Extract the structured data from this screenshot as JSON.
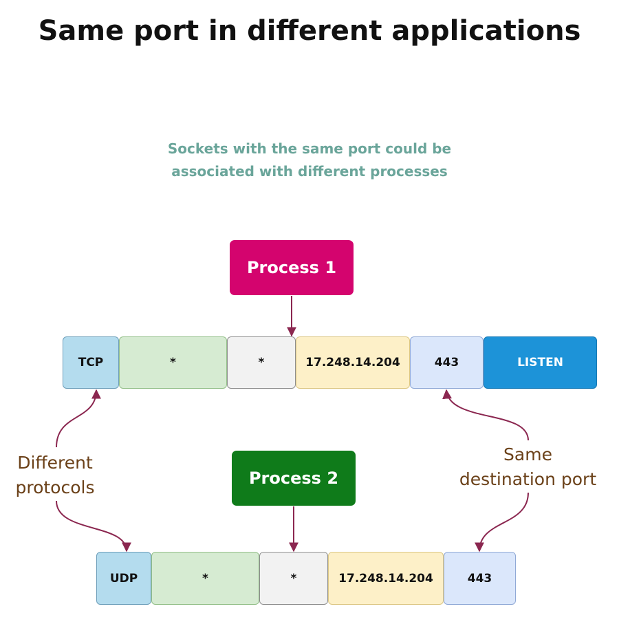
{
  "title": "Same port in different applications",
  "subtitle_lines": [
    "Sockets with the same port could be",
    "associated with different processes"
  ],
  "process1": {
    "label": "Process 1",
    "color": "#d4046e"
  },
  "process2": {
    "label": "Process 2",
    "color": "#0f7b1a"
  },
  "socket_tcp": {
    "protocol": "TCP",
    "local_address": "*",
    "local_port": "*",
    "remote_address": "17.248.14.204",
    "remote_port": "443",
    "state": "LISTEN"
  },
  "socket_udp": {
    "protocol": "UDP",
    "local_address": "*",
    "local_port": "*",
    "remote_address": "17.248.14.204",
    "remote_port": "443"
  },
  "annotations": {
    "protocols_lines": [
      "Different",
      "protocols"
    ],
    "port_lines": [
      "Same",
      "destination port"
    ]
  },
  "colors": {
    "protocol_cell": "#b4dcee",
    "address_cell": "#d6ebd2",
    "port_cell": "#f2f2f2",
    "remote_address_cell": "#fdf0c8",
    "remote_port_cell": "#dbe7fb",
    "state_cell": "#1d93d8",
    "subtitle": "#6aa59a",
    "annotation_text": "#6b4119",
    "arrow": "#8b2750"
  }
}
